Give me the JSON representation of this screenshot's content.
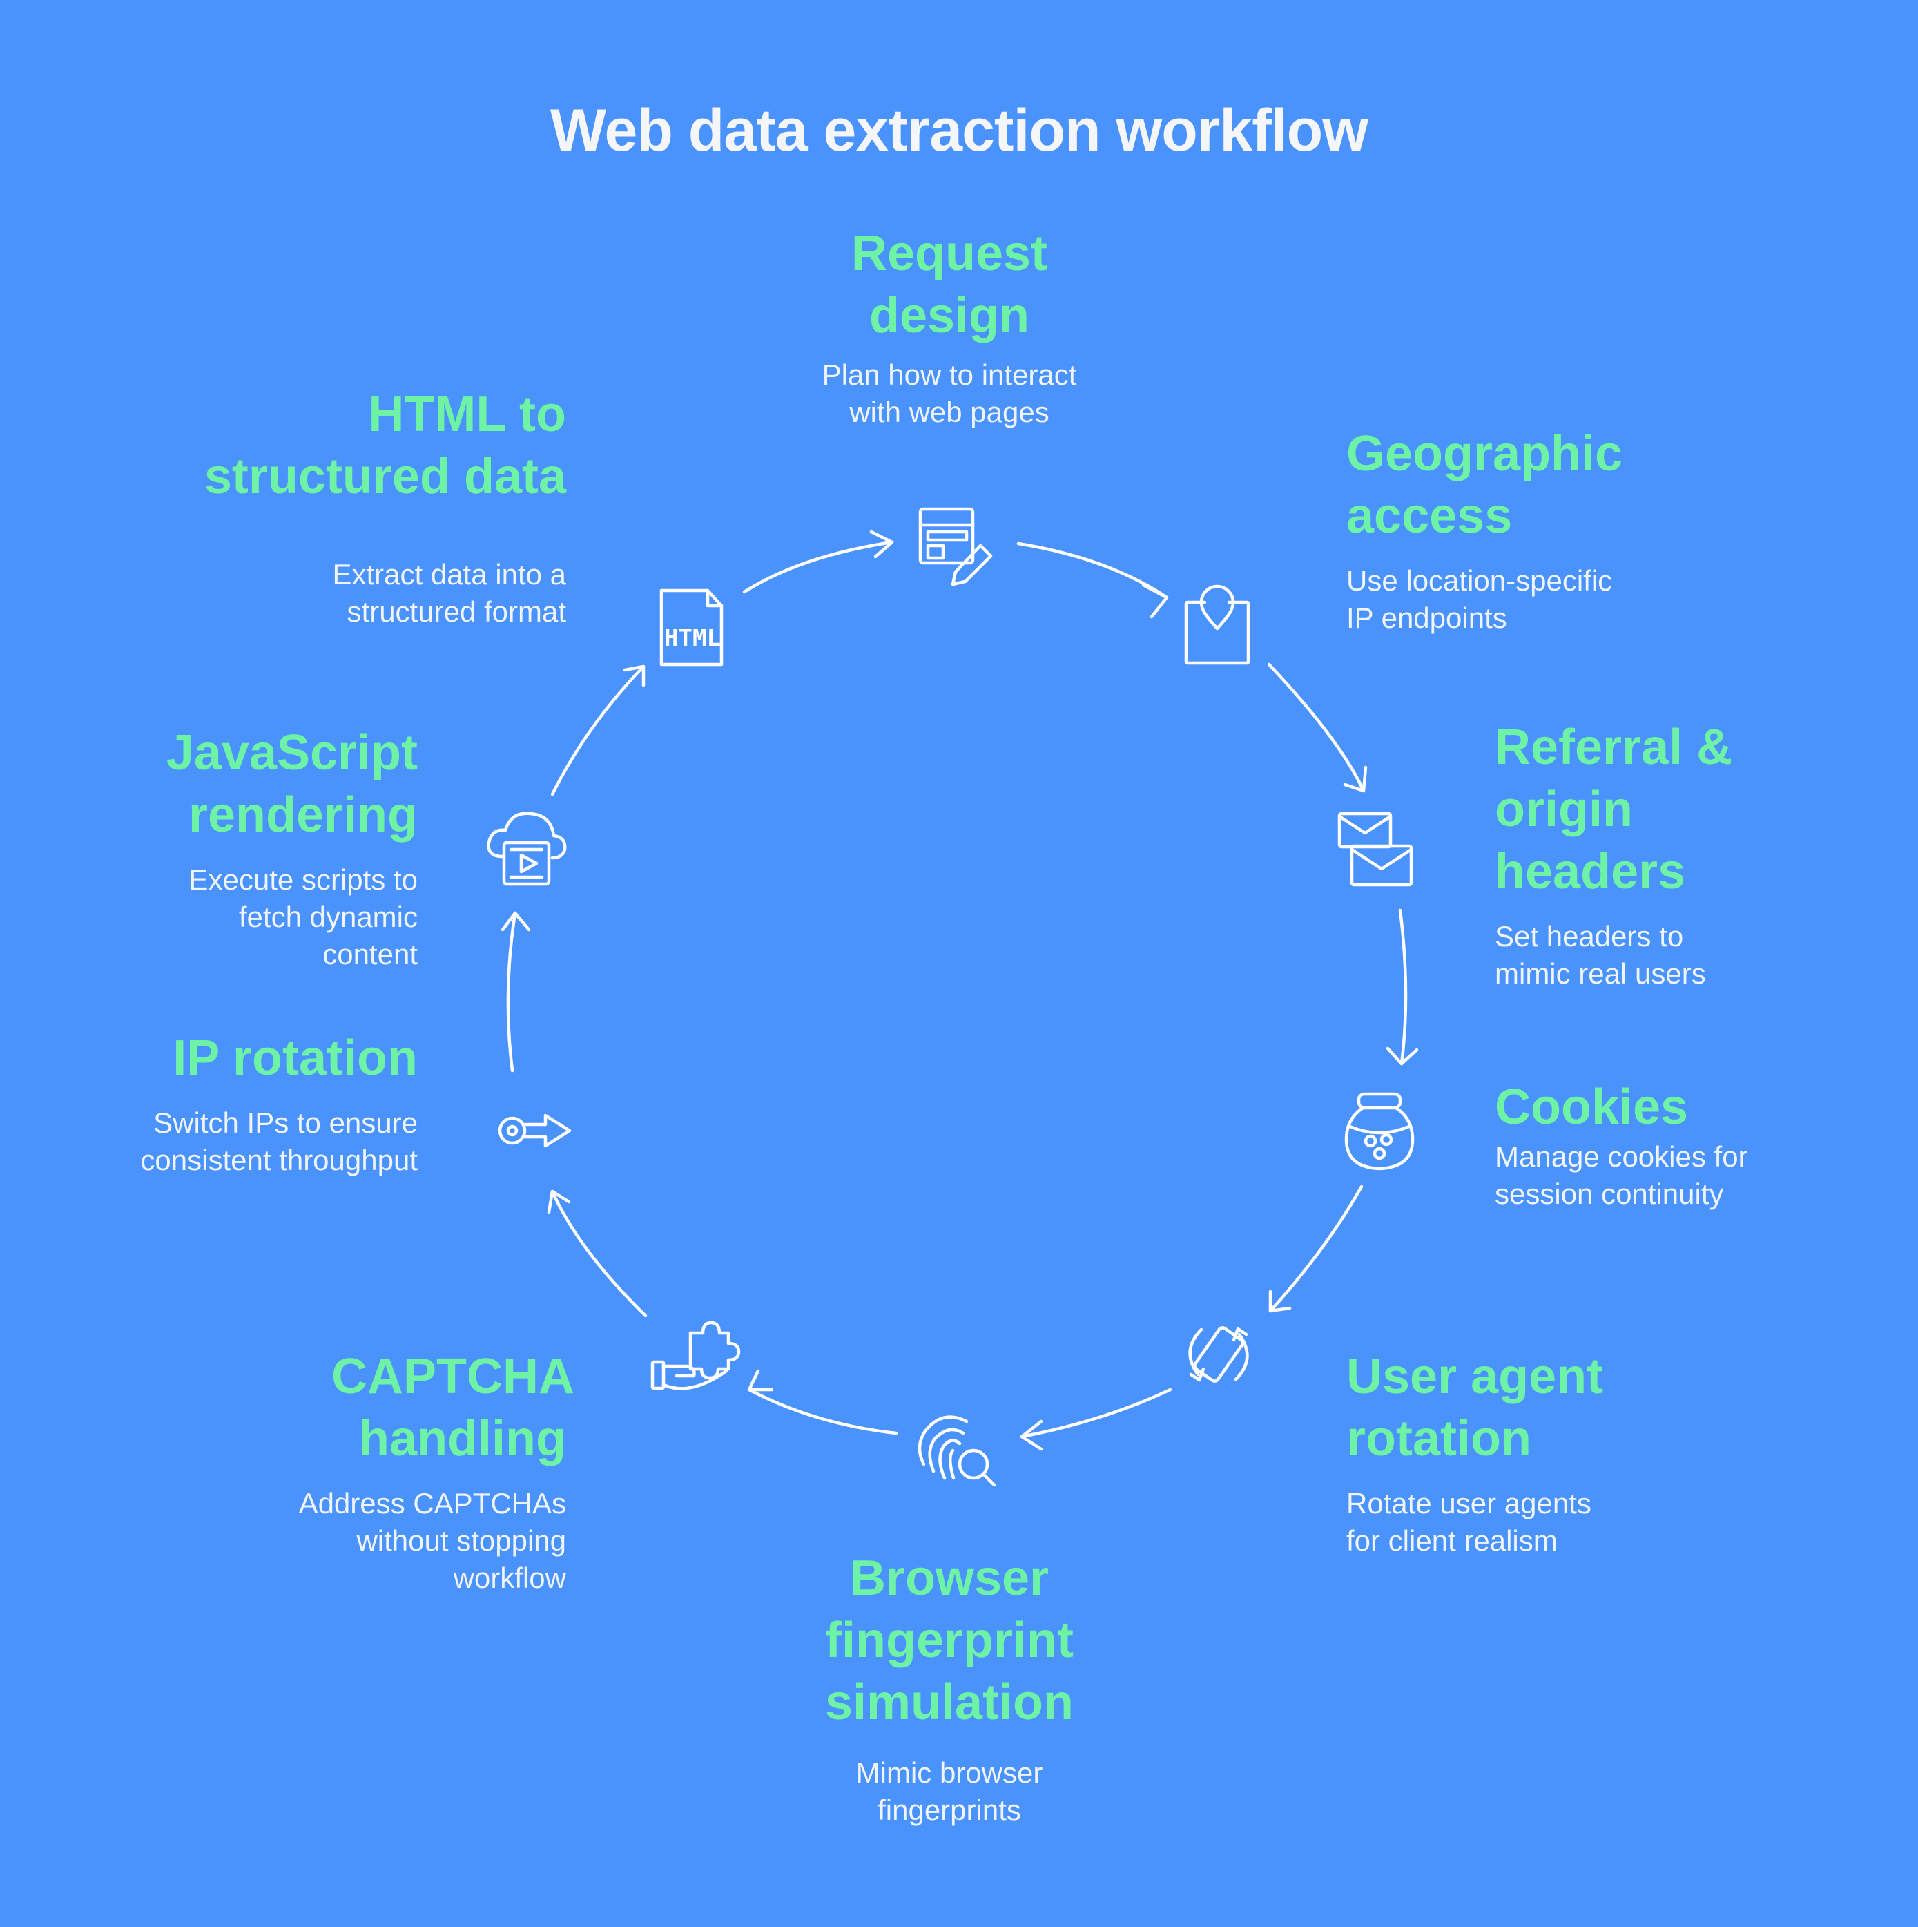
{
  "title": "Web data extraction workflow",
  "steps": [
    {
      "heading": "Request design",
      "desc": "Plan how to interact with web pages",
      "icon": "layout-edit-icon"
    },
    {
      "heading": "Geographic access",
      "desc": "Use location-specific IP endpoints",
      "icon": "location-pin-icon"
    },
    {
      "heading": "Referral & origin headers",
      "desc": "Set headers to mimic real users",
      "icon": "envelopes-icon"
    },
    {
      "heading": "Cookies",
      "desc": "Manage cookies for session continuity",
      "icon": "cookie-jar-icon"
    },
    {
      "heading": "User agent rotation",
      "desc": "Rotate user agents for client realism",
      "icon": "rotate-device-icon"
    },
    {
      "heading": "Browser fingerprint simulation",
      "desc": "Mimic browser fingerprints",
      "icon": "fingerprint-search-icon"
    },
    {
      "heading": "CAPTCHA handling",
      "desc": "Address CAPTCHAs without stopping workflow",
      "icon": "puzzle-hand-icon"
    },
    {
      "heading": "IP rotation",
      "desc": "Switch IPs to ensure consistent throughput",
      "icon": "key-arrow-icon"
    },
    {
      "heading": "JavaScript rendering",
      "desc": "Execute scripts to fetch dynamic content",
      "icon": "cloud-video-icon"
    },
    {
      "heading": "HTML to structured data",
      "desc": "Extract data into a structured format",
      "icon": "html-file-icon"
    }
  ],
  "html_icon_text": "HTML",
  "colors": {
    "background": "#4a92fc",
    "heading": "#6ef2a6",
    "text": "#f0f4fb",
    "line": "#ffffff"
  }
}
